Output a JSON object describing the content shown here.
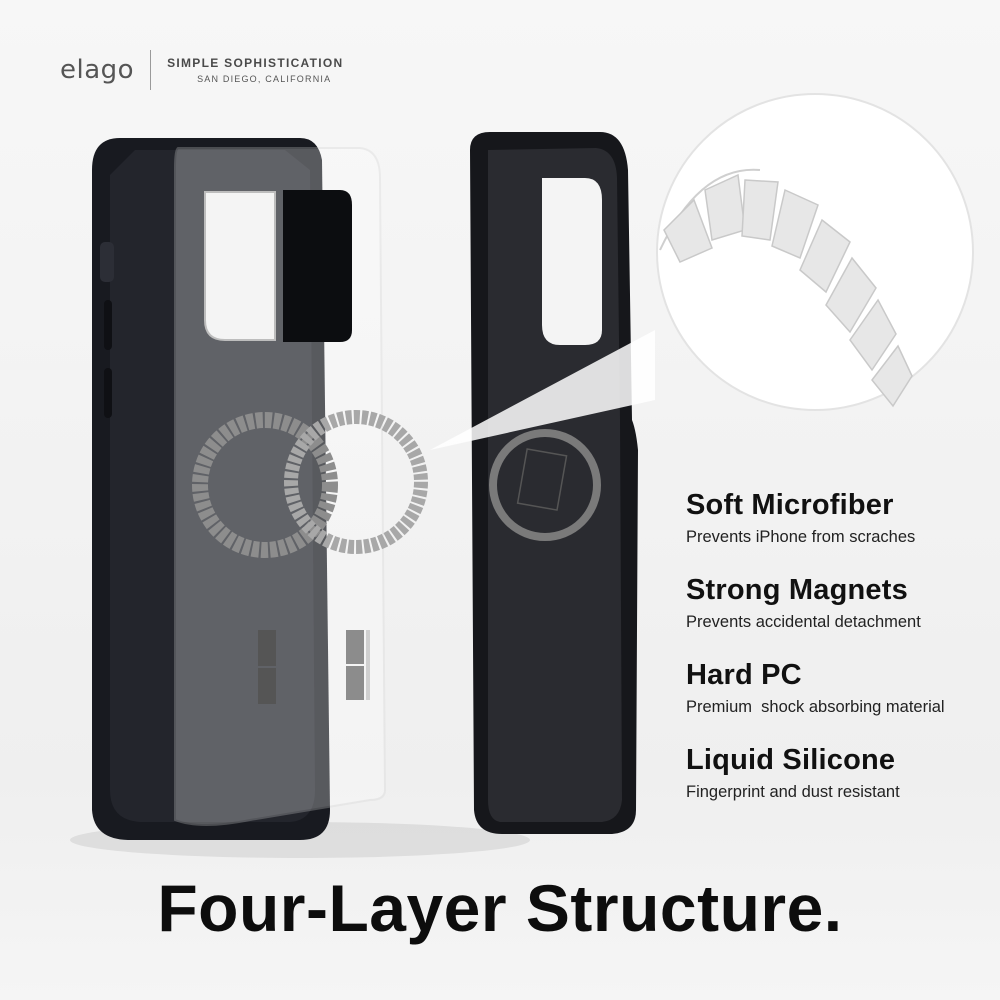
{
  "brand": {
    "logo": "elago",
    "tagline": "SIMPLE SOPHISTICATION",
    "location": "SAN DIEGO, CALIFORNIA"
  },
  "features": [
    {
      "title": "Soft Microfiber",
      "desc": "Prevents iPhone from scraches"
    },
    {
      "title": "Strong Magnets",
      "desc": "Prevents accidental detachment"
    },
    {
      "title": "Hard PC",
      "desc": "Premium  shock absorbing material"
    },
    {
      "title": "Liquid Silicone",
      "desc": "Fingerprint and dust resistant"
    }
  ],
  "headline": "Four-Layer Structure.",
  "colors": {
    "case": "#1a1c22",
    "microfiber": "#2a2b30",
    "magnet": "#8c8c8c",
    "text": "#111111"
  }
}
